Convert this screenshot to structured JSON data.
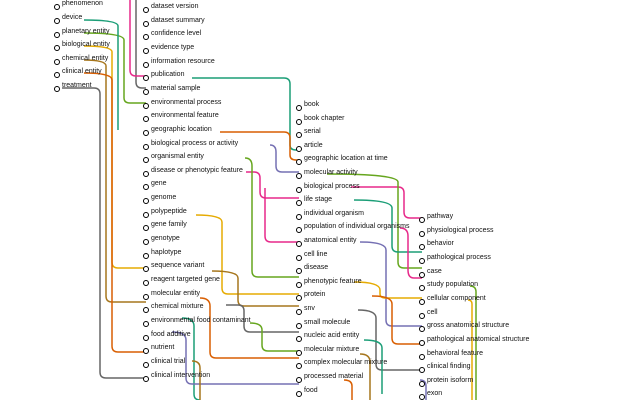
{
  "columns": [
    [
      "phenomenon",
      "device",
      "planetary entity",
      "biological entity",
      "chemical entity",
      "clinical entity",
      "treatment"
    ],
    [
      "dataset version",
      "dataset summary",
      "confidence level",
      "evidence type",
      "information resource",
      "publication",
      "material sample",
      "environmental process",
      "environmental feature",
      "geographic location",
      "biological process or activity",
      "organismal entity",
      "disease or phenotypic feature",
      "gene",
      "genome",
      "polypeptide",
      "gene family",
      "genotype",
      "haplotype",
      "sequence variant",
      "reagent targeted gene",
      "molecular entity",
      "chemical mixture",
      "environmental food contaminant",
      "food additive",
      "nutrient",
      "clinical trial",
      "clinical intervention"
    ],
    [
      "book",
      "book chapter",
      "serial",
      "article",
      "geographic location at time",
      "molecular activity",
      "biological process",
      "life stage",
      "individual organism",
      "population of individual organisms",
      "anatomical entity",
      "cell line",
      "disease",
      "phenotypic feature",
      "protein",
      "snv",
      "small molecule",
      "nucleic acid entity",
      "molecular mixture",
      "complex molecular mixture",
      "processed material",
      "food"
    ],
    [
      "pathway",
      "physiological process",
      "behavior",
      "pathological process",
      "case",
      "study population",
      "cellular component",
      "cell",
      "gross anatomical structure",
      "pathological anatomical structure",
      "behavioral feature",
      "clinical finding",
      "protein isoform",
      "exon"
    ]
  ],
  "colors": {
    "magenta": "#e7298a",
    "green": "#66a61e",
    "orange": "#d95f02",
    "purple": "#7570b3",
    "teal": "#1b9e77",
    "gold": "#e6ab02",
    "brown": "#a6761d",
    "gray": "#666666"
  }
}
